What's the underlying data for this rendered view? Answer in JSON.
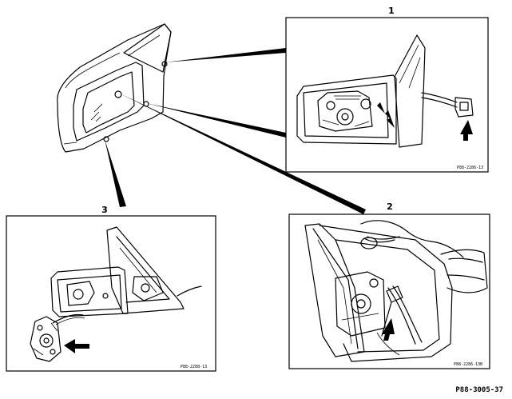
{
  "callouts": {
    "one": "1",
    "two": "2",
    "three": "3"
  },
  "panel_refs": {
    "one": "P88-2286-13",
    "two": "P88-2286-13B",
    "three": "P88-2288-13"
  },
  "document_ref": "P88-3005-37"
}
